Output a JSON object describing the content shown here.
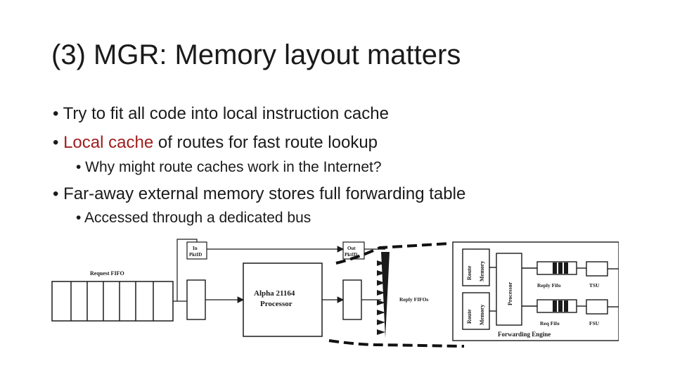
{
  "slide": {
    "title": "(3) MGR: Memory layout matters",
    "bullets": {
      "b1": "• Try to fit all code into local instruction cache",
      "b2_prefix": "• ",
      "b2_highlight": "Local cache",
      "b2_rest": " of routes for fast route lookup",
      "b3": "• Why might route caches work in the Internet?",
      "b4": "• Far-away external memory stores full forwarding table",
      "b5": "• Accessed through a dedicated bus"
    },
    "colors": {
      "accent": "#a01e1e"
    }
  },
  "diagram": {
    "in_fifo": [
      "In",
      "PktID"
    ],
    "out_fifo": [
      "Out",
      "PktID"
    ],
    "request_fifo": "Request FIFO",
    "processor": [
      "Alpha 21164",
      "Processor"
    ],
    "reply_fifos": "Reply FIFOs",
    "route_memory_top": [
      "Route",
      "Memory"
    ],
    "route_memory_bottom": [
      "Route",
      "Memory"
    ],
    "fe_processor": "Processor",
    "reply_fifo": "Reply Fifo",
    "req_fifo": "Req Fifo",
    "tsu": "TSU",
    "fsu": "FSU",
    "forwarding_engine": "Forwarding Engine"
  }
}
